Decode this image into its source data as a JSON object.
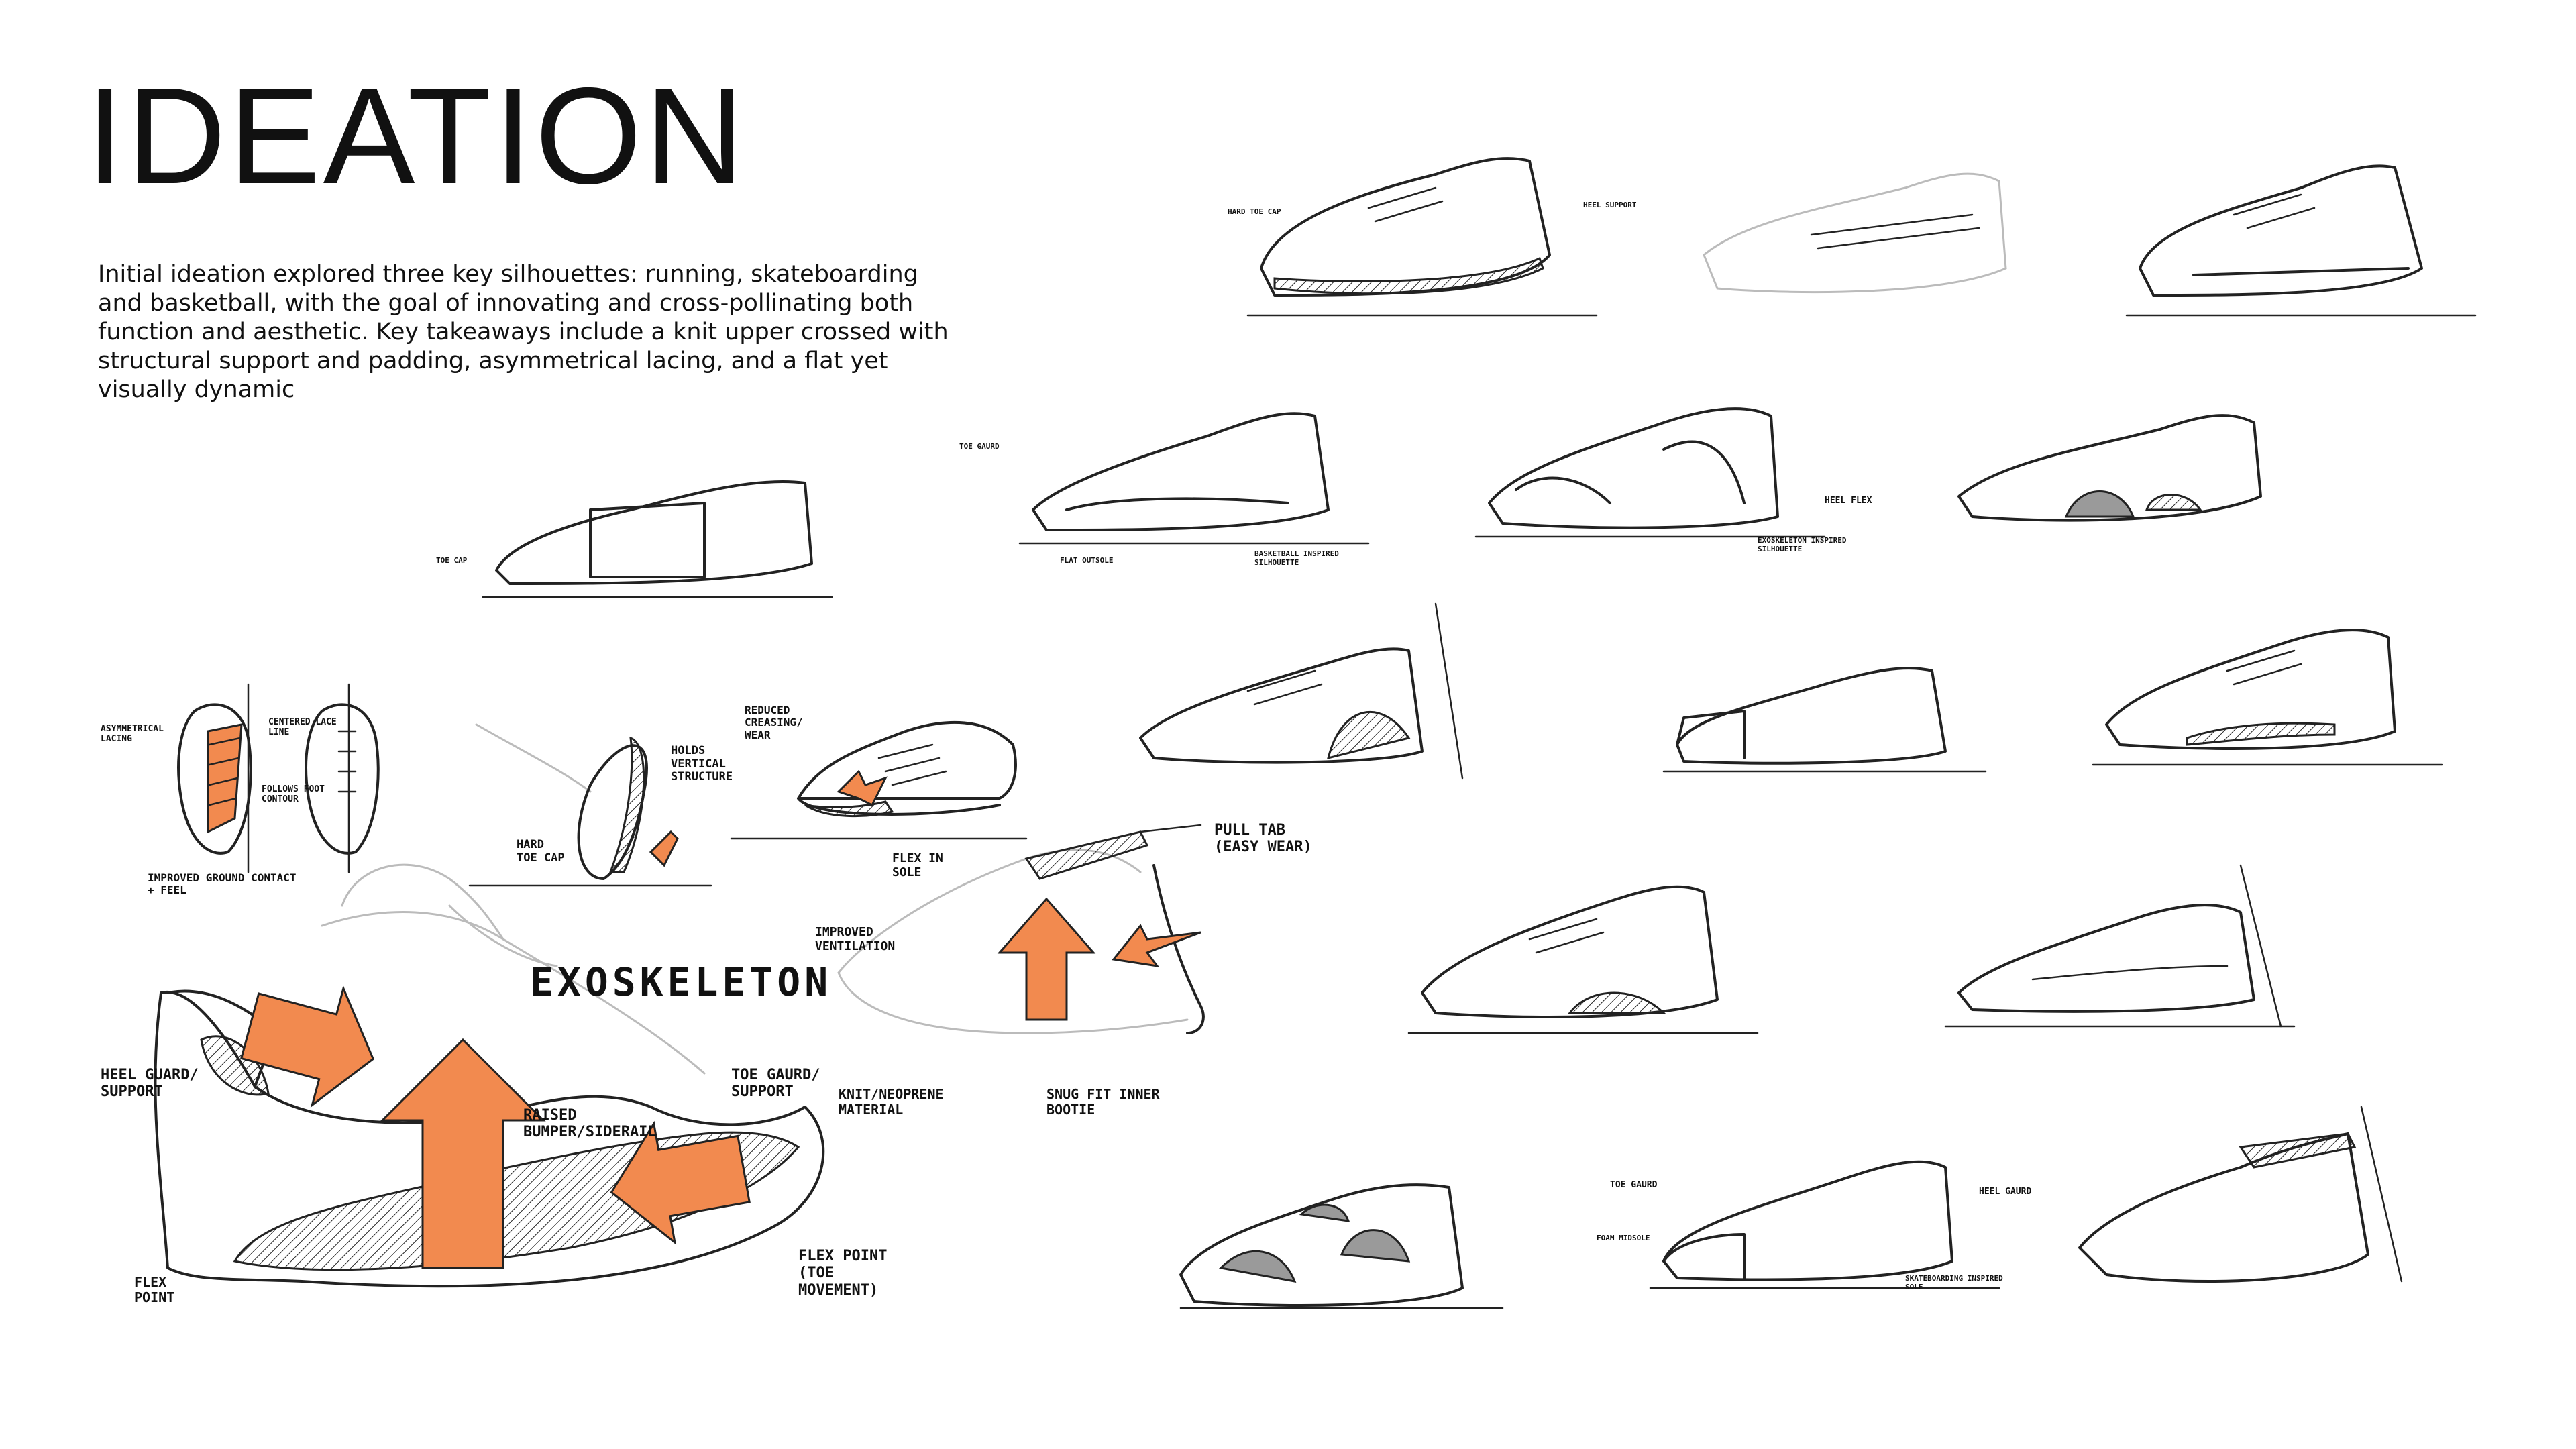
{
  "title": "IDEATION",
  "intro": "Initial ideation explored three key silhouettes: running, skateboarding and basketball, with the goal of innovating and cross-pollinating both function and aesthetic. Key takeaways include a knit upper crossed with structural support and padding, asymmetrical lacing, and a flat yet visually dynamic",
  "colors": {
    "accent": "#f28a4f",
    "ink": "#222222"
  },
  "exo": {
    "heading": "EXOSKELETON",
    "labels": {
      "heel": "HEEL GUARD/ SUPPORT",
      "raised": "RAISED BUMPER/SIDERAIL",
      "toe": "TOE GAURD/ SUPPORT",
      "flex_point": "FLEX POINT (TOE MOVEMENT)",
      "flex": "FLEX POINT",
      "knit": "KNIT/NEOPRENE MATERIAL",
      "snug": "SNUG FIT INNER BOOTIE",
      "vent": "IMPROVED VENTILATION",
      "pull": "PULL TAB (EASY WEAR)"
    }
  },
  "details": {
    "asym": "ASYMMETRICAL LACING",
    "centered": "CENTERED LACE LINE",
    "follows": "FOLLOWS FOOT CONTOUR",
    "improved": "IMPROVED GROUND CONTACT + FEEL",
    "holds": "HOLDS VERTICAL STRUCTURE",
    "hardtoe": "HARD TOE CAP",
    "reduced": "REDUCED CREASING/ WEAR",
    "flexsole": "FLEX IN SOLE"
  },
  "sketch_labels": {
    "a1": "HARD TOE CAP",
    "a2": "HEEL SUPPORT",
    "a3": "TOE CAP",
    "a4": "FLAT OUTSOLE",
    "a5": "TOE GAURD",
    "a6": "BASKETBALL INSPIRED SILHOUETTE",
    "a7": "HEEL FLEX",
    "a8": "EXOSKELETON INSPIRED SILHOUETTE",
    "a9": "TOE GAURD",
    "a10": "FOAM MIDSOLE",
    "a11": "SKATEBOARDING INSPIRED SOLE",
    "a12": "HEEL GAURD"
  }
}
